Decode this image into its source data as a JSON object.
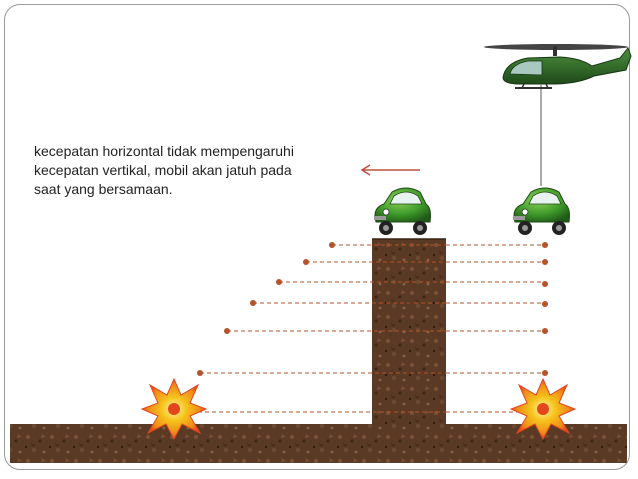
{
  "slide": {
    "caption_lines": [
      "kecepatan horizontal  tidak mempengaruhi",
      "kecepatan vertikal, mobil akan jatuh pada",
      "saat yang bersamaan."
    ]
  },
  "colors": {
    "dirt": "#5a3a24",
    "dot": "#b5532a",
    "dash": "#b5532a",
    "car_body": "#3f9a2a",
    "helicopter": "#2f6b2a",
    "arrow": "#c0503a",
    "explosion_outer": "#f6b21a",
    "explosion_inner": "#e3461d"
  },
  "icons": {
    "helicopter": "helicopter-icon",
    "car": "car-icon",
    "explosion": "explosion-icon",
    "arrow": "arrow-left-icon"
  }
}
